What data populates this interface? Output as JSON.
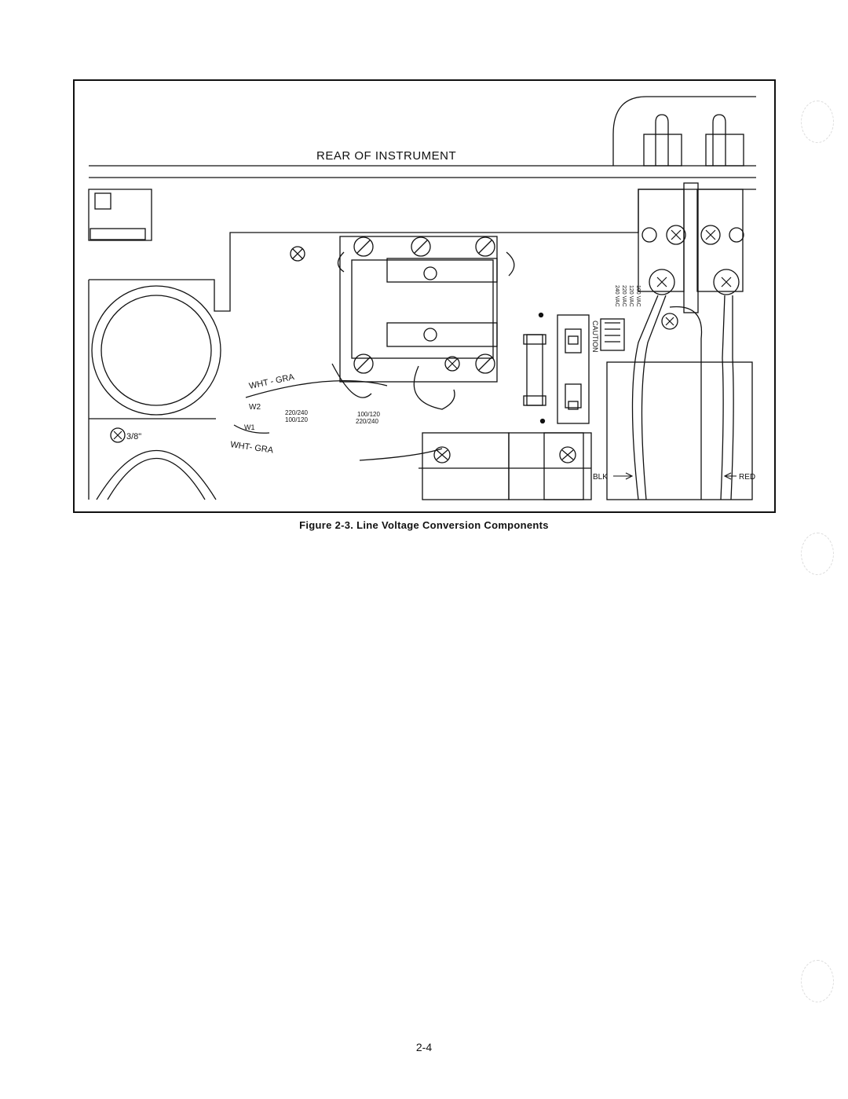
{
  "diagram": {
    "heading": "REAR OF INSTRUMENT",
    "labels": {
      "wht_gra_top": "WHT - GRA",
      "w2": "W2",
      "left_voltage_top": "220/240",
      "left_voltage_bottom": "100/120",
      "w1": "W1",
      "wht_gra_bottom": "WHT- GRA",
      "right_voltage_top": "100/120",
      "right_voltage_bottom": "220/240",
      "screw_size": "3/8\"",
      "vac_100": "100 VAC",
      "vac_120": "120 VAC",
      "vac_220": "220 VAC",
      "vac_240": "240 VAC",
      "caution": "CAUTION",
      "blk": "BLK",
      "red": "RED"
    }
  },
  "caption": {
    "figure_number": "Figure 2-3.",
    "title": "Line Voltage Conversion Components"
  },
  "page_number": "2-4"
}
